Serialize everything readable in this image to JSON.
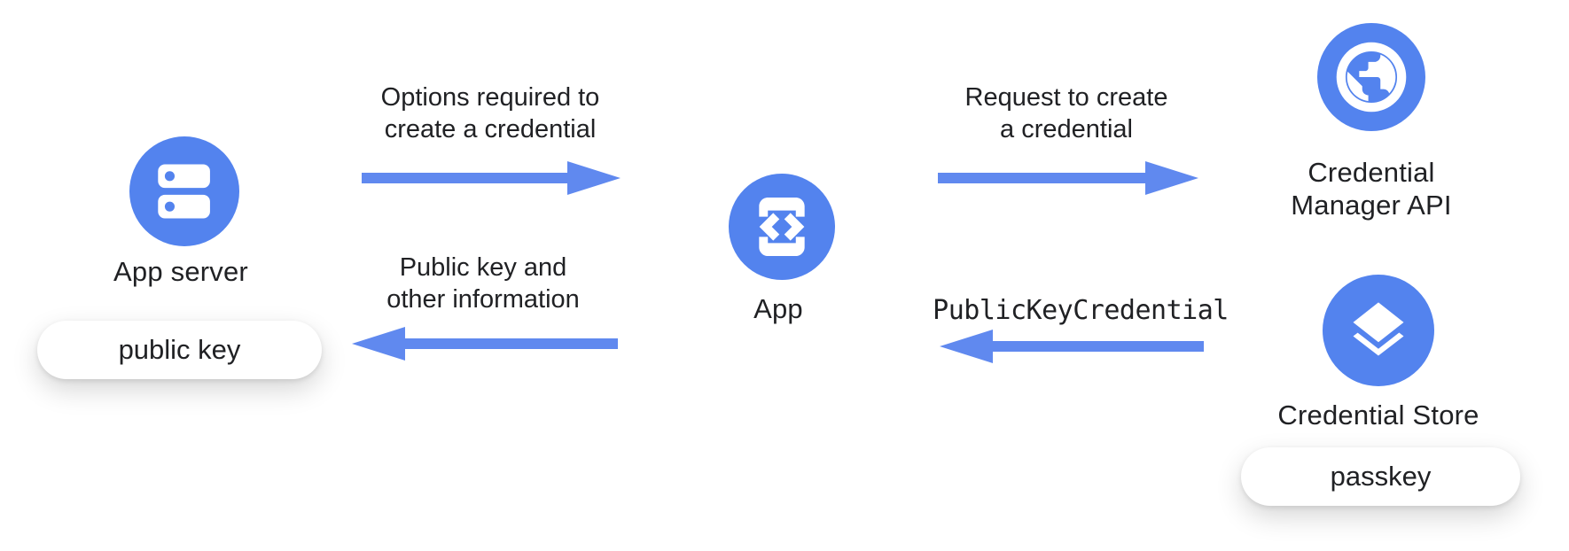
{
  "colors": {
    "accent_blue": "#5383EE",
    "arrow_blue": "#6089EF",
    "text_color": "#202124",
    "pill_background": "#FFFFFF",
    "canvas_background": "#FFFFFF"
  },
  "nodes": {
    "app_server": {
      "label": "App server",
      "icon": "server-icon",
      "badge": "public key"
    },
    "app": {
      "label": "App",
      "icon": "phone-code-icon"
    },
    "credential_manager_api": {
      "label_line1": "Credential",
      "label_line2": "Manager API",
      "icon": "globe-icon"
    },
    "credential_store": {
      "label": "Credential Store",
      "icon": "layers-icon",
      "badge": "passkey"
    }
  },
  "arrows": {
    "options_to_create": {
      "label_line1": "Options required to",
      "label_line2": "create a credential",
      "direction": "right",
      "from": "App server",
      "to": "App"
    },
    "request_to_create": {
      "label_line1": "Request to create",
      "label_line2": "a credential",
      "direction": "right",
      "from": "App",
      "to": "Credential Manager API"
    },
    "public_key_return": {
      "label_line1": "Public key and",
      "label_line2": "other information",
      "direction": "left",
      "from": "App",
      "to": "App server"
    },
    "public_key_credential": {
      "label": "PublicKeyCredential",
      "direction": "left",
      "from": "Credential Store",
      "to": "App",
      "style": "monospace"
    }
  }
}
